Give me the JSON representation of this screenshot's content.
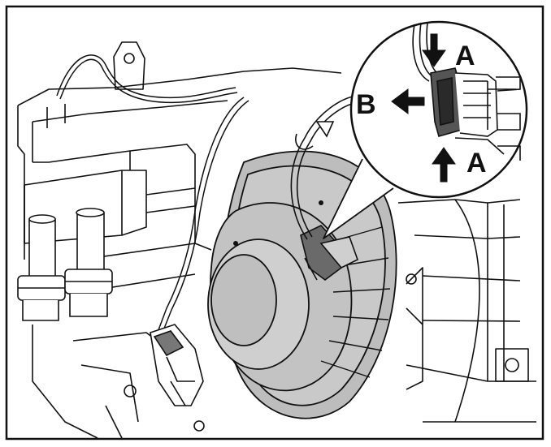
{
  "callouts": {
    "a_top": "A",
    "b": "B",
    "a_bottom": "A"
  },
  "colors": {
    "line": "#111111",
    "blower_fill": "#c9c9c9",
    "blower_shade": "#b3b3b3",
    "connector_fill": "#555555",
    "background": "#ffffff"
  }
}
